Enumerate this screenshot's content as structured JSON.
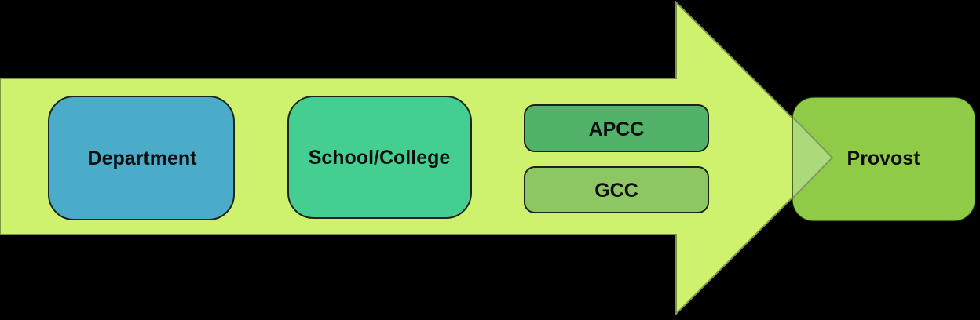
{
  "diagram": {
    "background_color": "#000000",
    "text_color": "#0d0d0d",
    "arrow": {
      "fill": "#CFF26E",
      "stroke": "#7D9542",
      "tip_overlay_fill": "#AFDB7F",
      "tip_overlay_stroke": "#7E9A62"
    },
    "nodes": {
      "department": {
        "label": "Department",
        "fill": "#4AACC8"
      },
      "school_college": {
        "label": "School/College",
        "fill": "#44CE92"
      },
      "apcc": {
        "label": "APCC",
        "fill": "#52B269"
      },
      "gcc": {
        "label": "GCC",
        "fill": "#8CC763"
      },
      "provost": {
        "label": "Provost",
        "fill": "#8FCB47"
      }
    }
  }
}
